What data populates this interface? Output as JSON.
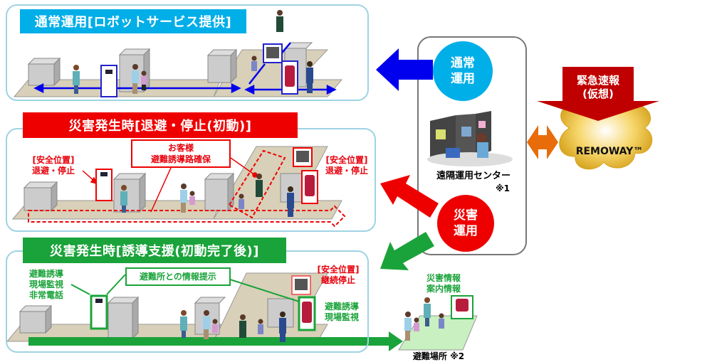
{
  "colors": {
    "normal": "#00aee8",
    "disaster_red": "#ee0000",
    "guide_green": "#1aa33a",
    "blue_arrow": "#0000ee",
    "orange_arrow": "#e86c0a",
    "alert_red": "#c00000",
    "floor": "#d8d0b8",
    "box": "#c8c8c8",
    "panel_border": "#9fd3e3"
  },
  "panels": [
    {
      "id": "normal",
      "title": "通常運用[ロボットサービス提供]"
    },
    {
      "id": "disaster-initial",
      "title": "災害発生時[退避・停止(初動)]",
      "labels": {
        "safe_left": "[安全位置]\n退避・停止",
        "safe_right": "[安全位置]\n退避・停止",
        "callout": "お客様\n避難誘導路確保"
      }
    },
    {
      "id": "disaster-guidance",
      "title": "災害発生時[誘導支援(初動完了後)]",
      "labels": {
        "left_robot": "避難誘導\n現場監視\n非常電話",
        "callout": "避難所との情報提示",
        "safe_stop": "[安全位置]\n継続停止",
        "right_robot": "避難誘導\n現場監視"
      }
    }
  ],
  "center": {
    "normal_circle": "通常\n運用",
    "disaster_circle": "災害\n運用",
    "name": "遠隔運用センター",
    "note": "※1"
  },
  "alert": {
    "arrow_text": "緊急速報\n(仮想)",
    "cloud_text": "REMOWAY™"
  },
  "shelter": {
    "info": "災害情報\n案内情報",
    "name": "避難場所 ※2"
  },
  "icons": [
    "robot-icon",
    "wifi-icon",
    "person-icon",
    "operator-icon",
    "cloud-icon",
    "arrow-icon"
  ]
}
